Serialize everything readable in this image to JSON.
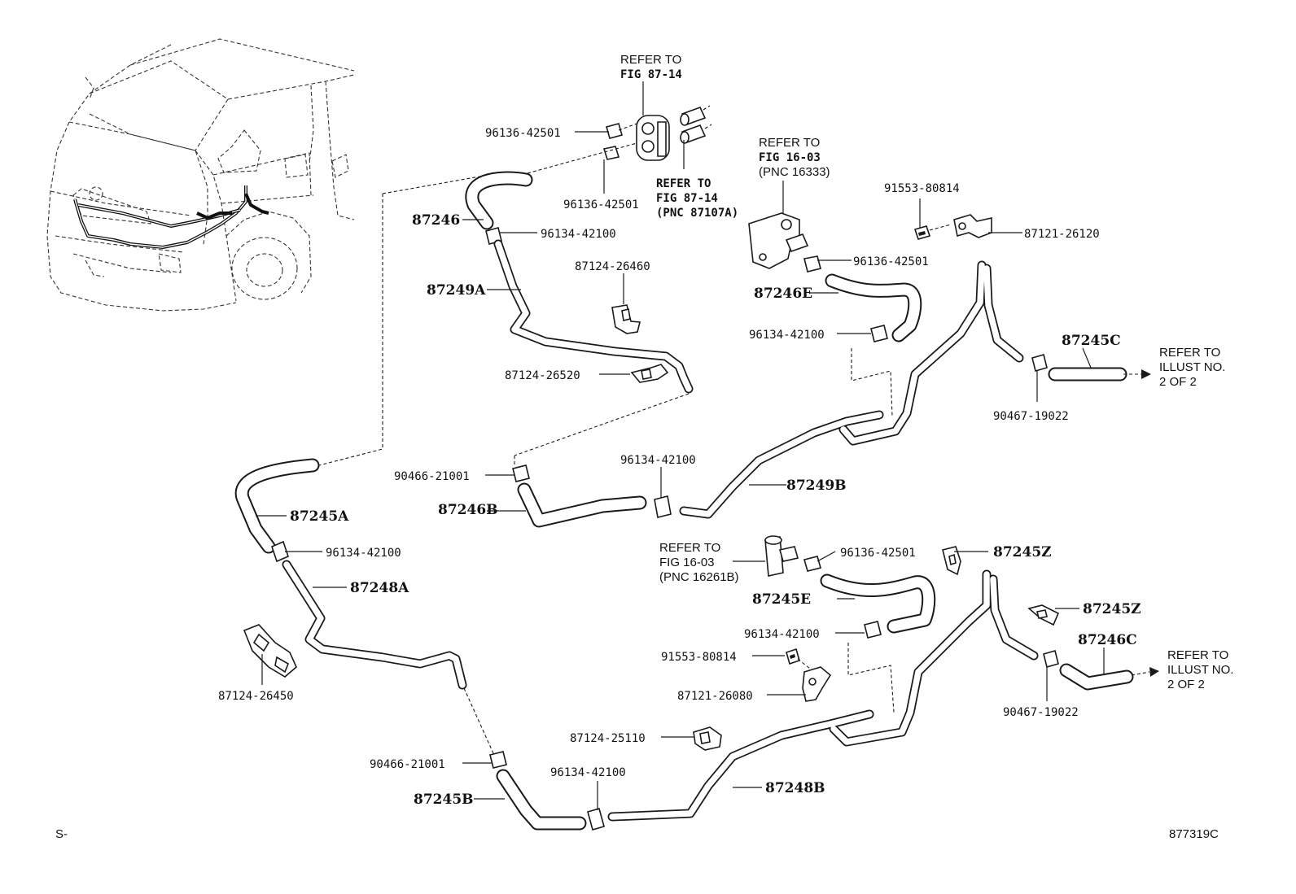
{
  "labels": {
    "p96136_42501_a": "96136-42501",
    "p96136_42501_b": "96136-42501",
    "p96136_42501_c": "96136-42501",
    "p96136_42501_d": "96136-42501",
    "p87246": "87246",
    "p96134_42100_a": "96134-42100",
    "p96134_42100_b": "96134-42100",
    "p96134_42100_c": "96134-42100",
    "p96134_42100_d": "96134-42100",
    "p96134_42100_e": "96134-42100",
    "p96134_42100_f": "96134-42100",
    "p87249A": "87249A",
    "p87249B": "87249B",
    "p87124_26460": "87124-26460",
    "p87124_26520": "87124-26520",
    "p87124_26450": "87124-26450",
    "p87124_25110": "87124-25110",
    "p87246E": "87246E",
    "p87246B": "87246B",
    "p87246C": "87246C",
    "p91553_80814_a": "91553-80814",
    "p91553_80814_b": "91553-80814",
    "p87121_26120": "87121-26120",
    "p87121_26080": "87121-26080",
    "p87245C": "87245C",
    "p87245A": "87245A",
    "p87245B": "87245B",
    "p87245E": "87245E",
    "p87245Z_a": "87245Z",
    "p87245Z_b": "87245Z",
    "p87248A": "87248A",
    "p87248B": "87248B",
    "p90467_19022_a": "90467-19022",
    "p90467_19022_b": "90467-19022",
    "p90466_21001_a": "90466-21001",
    "p90466_21001_b": "90466-21001"
  },
  "refs": {
    "ref_87_14_top": [
      "REFER TO",
      "FIG 87-14"
    ],
    "ref_87_14_mid": [
      "REFER TO",
      "FIG 87-14",
      "(PNC 87107A)"
    ],
    "ref_16_03_top": [
      "REFER TO",
      "FIG 16-03",
      "(PNC 16333)"
    ],
    "ref_16_03_mid": [
      "REFER TO",
      "FIG 16-03",
      "(PNC 16261B)"
    ],
    "ref_illust_a": [
      "REFER TO",
      "ILLUST NO.",
      "2 OF 2"
    ],
    "ref_illust_b": [
      "REFER TO",
      "ILLUST NO.",
      "2 OF 2"
    ]
  },
  "corners": {
    "left": "S-",
    "right": "877319C"
  },
  "icons": {
    "arrow": "right-arrow-icon",
    "clamp": "hose-clamp-icon",
    "clip": "clip-icon",
    "bolt": "bolt-icon"
  }
}
